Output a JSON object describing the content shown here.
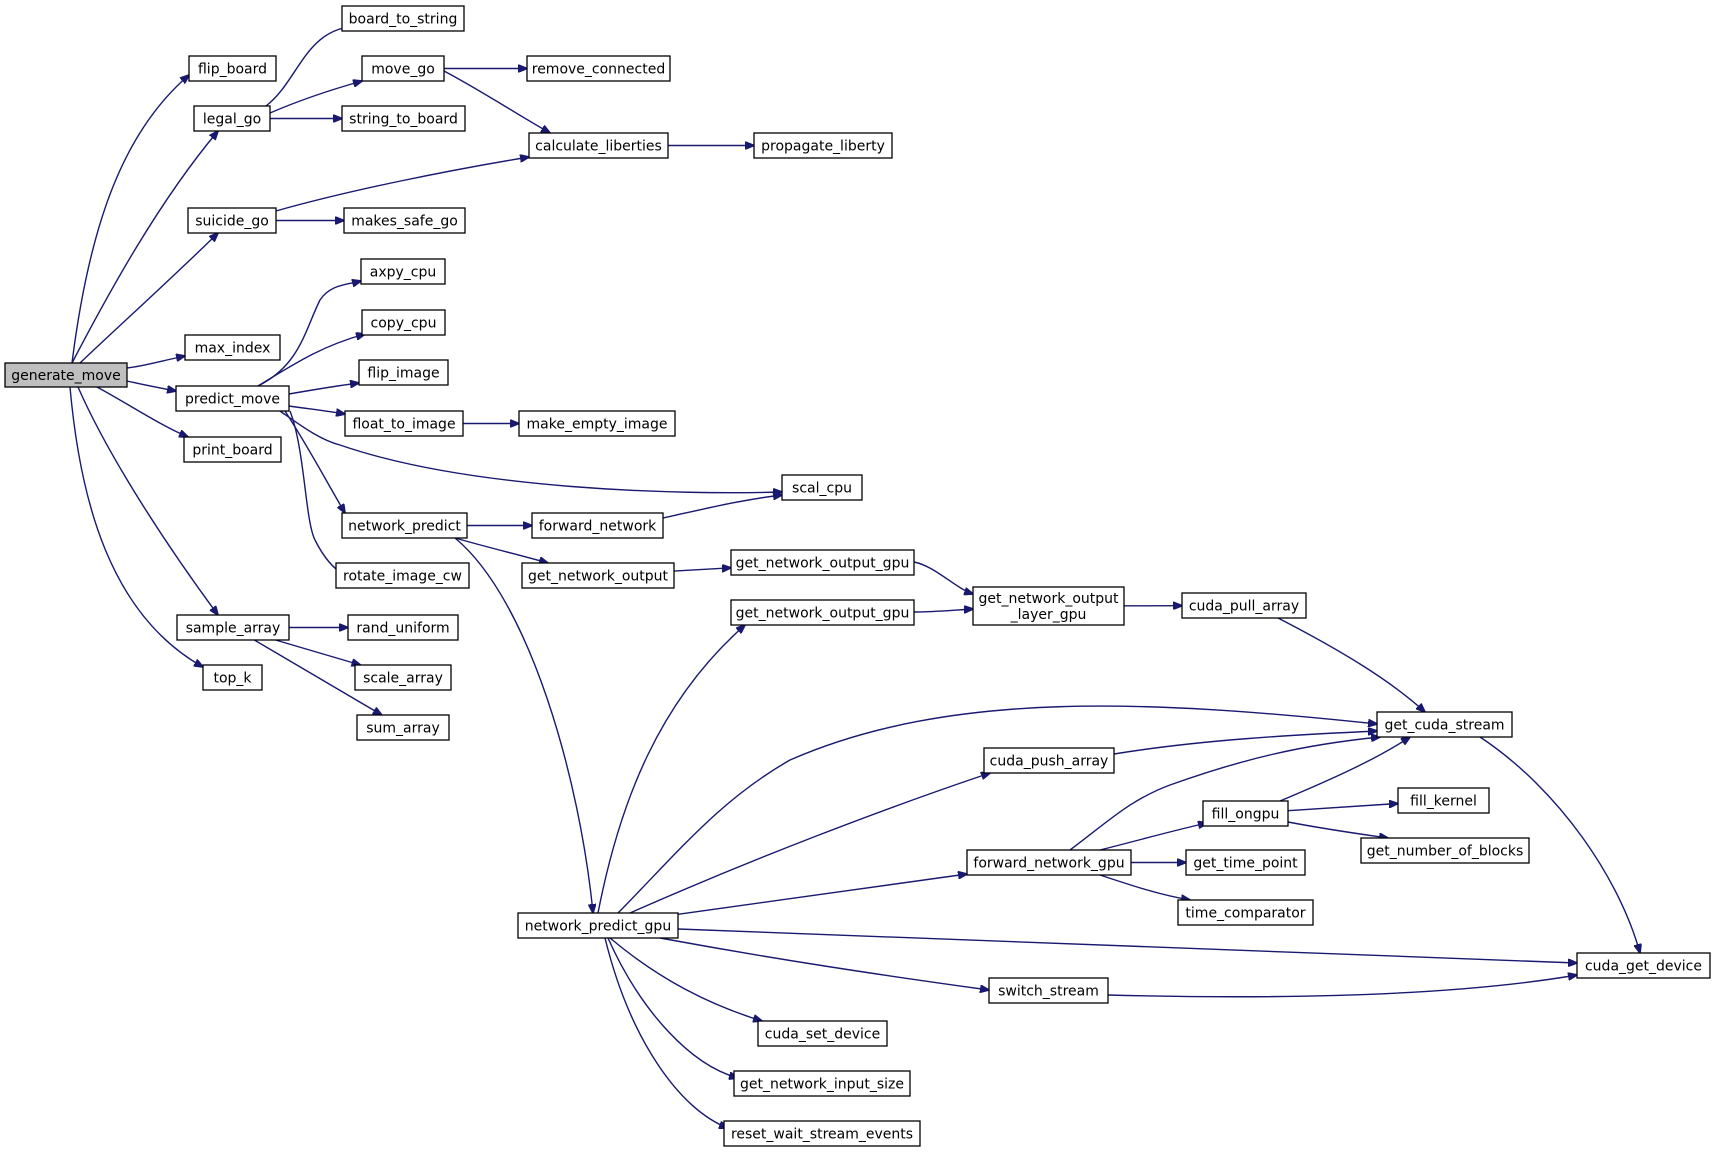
{
  "graph": {
    "kind": "call graph",
    "colors": {
      "edge": "#191970",
      "node_fill": "#ffffff",
      "root_fill": "#bfbfbf",
      "node_border": "#000000"
    },
    "root": "generate_move",
    "nodes": [
      {
        "id": "generate_move",
        "lines": [
          "generate_move"
        ],
        "root": true
      },
      {
        "id": "flip_board",
        "lines": [
          "flip_board"
        ]
      },
      {
        "id": "legal_go",
        "lines": [
          "legal_go"
        ]
      },
      {
        "id": "suicide_go",
        "lines": [
          "suicide_go"
        ]
      },
      {
        "id": "max_index",
        "lines": [
          "max_index"
        ]
      },
      {
        "id": "predict_move",
        "lines": [
          "predict_move"
        ]
      },
      {
        "id": "print_board",
        "lines": [
          "print_board"
        ]
      },
      {
        "id": "sample_array",
        "lines": [
          "sample_array"
        ]
      },
      {
        "id": "top_k",
        "lines": [
          "top_k"
        ]
      },
      {
        "id": "board_to_string",
        "lines": [
          "board_to_string"
        ]
      },
      {
        "id": "move_go",
        "lines": [
          "move_go"
        ]
      },
      {
        "id": "string_to_board",
        "lines": [
          "string_to_board"
        ]
      },
      {
        "id": "makes_safe_go",
        "lines": [
          "makes_safe_go"
        ]
      },
      {
        "id": "remove_connected",
        "lines": [
          "remove_connected"
        ]
      },
      {
        "id": "calculate_liberties",
        "lines": [
          "calculate_liberties"
        ]
      },
      {
        "id": "propagate_liberty",
        "lines": [
          "propagate_liberty"
        ]
      },
      {
        "id": "axpy_cpu",
        "lines": [
          "axpy_cpu"
        ]
      },
      {
        "id": "copy_cpu",
        "lines": [
          "copy_cpu"
        ]
      },
      {
        "id": "flip_image",
        "lines": [
          "flip_image"
        ]
      },
      {
        "id": "float_to_image",
        "lines": [
          "float_to_image"
        ]
      },
      {
        "id": "make_empty_image",
        "lines": [
          "make_empty_image"
        ]
      },
      {
        "id": "scal_cpu",
        "lines": [
          "scal_cpu"
        ]
      },
      {
        "id": "network_predict",
        "lines": [
          "network_predict"
        ]
      },
      {
        "id": "forward_network",
        "lines": [
          "forward_network"
        ]
      },
      {
        "id": "rotate_image_cw",
        "lines": [
          "rotate_image_cw"
        ]
      },
      {
        "id": "get_network_output",
        "lines": [
          "get_network_output"
        ]
      },
      {
        "id": "get_network_output_gpu_1",
        "lines": [
          "get_network_output_gpu"
        ]
      },
      {
        "id": "get_network_output_gpu_2",
        "lines": [
          "get_network_output_gpu"
        ]
      },
      {
        "id": "get_network_output_layer_gpu",
        "lines": [
          "get_network_output",
          "_layer_gpu"
        ]
      },
      {
        "id": "cuda_pull_array",
        "lines": [
          "cuda_pull_array"
        ]
      },
      {
        "id": "rand_uniform",
        "lines": [
          "rand_uniform"
        ]
      },
      {
        "id": "scale_array",
        "lines": [
          "scale_array"
        ]
      },
      {
        "id": "sum_array",
        "lines": [
          "sum_array"
        ]
      },
      {
        "id": "get_cuda_stream",
        "lines": [
          "get_cuda_stream"
        ]
      },
      {
        "id": "cuda_push_array",
        "lines": [
          "cuda_push_array"
        ]
      },
      {
        "id": "fill_kernel",
        "lines": [
          "fill_kernel"
        ]
      },
      {
        "id": "fill_ongpu",
        "lines": [
          "fill_ongpu"
        ]
      },
      {
        "id": "get_number_of_blocks",
        "lines": [
          "get_number_of_blocks"
        ]
      },
      {
        "id": "forward_network_gpu",
        "lines": [
          "forward_network_gpu"
        ]
      },
      {
        "id": "get_time_point",
        "lines": [
          "get_time_point"
        ]
      },
      {
        "id": "time_comparator",
        "lines": [
          "time_comparator"
        ]
      },
      {
        "id": "network_predict_gpu",
        "lines": [
          "network_predict_gpu"
        ]
      },
      {
        "id": "cuda_get_device",
        "lines": [
          "cuda_get_device"
        ]
      },
      {
        "id": "switch_stream",
        "lines": [
          "switch_stream"
        ]
      },
      {
        "id": "cuda_set_device",
        "lines": [
          "cuda_set_device"
        ]
      },
      {
        "id": "get_network_input_size",
        "lines": [
          "get_network_input_size"
        ]
      },
      {
        "id": "reset_wait_stream_events",
        "lines": [
          "reset_wait_stream_events"
        ]
      }
    ],
    "edges": [
      [
        "generate_move",
        "flip_board"
      ],
      [
        "generate_move",
        "legal_go"
      ],
      [
        "generate_move",
        "suicide_go"
      ],
      [
        "generate_move",
        "max_index"
      ],
      [
        "generate_move",
        "predict_move"
      ],
      [
        "generate_move",
        "print_board"
      ],
      [
        "generate_move",
        "sample_array"
      ],
      [
        "generate_move",
        "top_k"
      ],
      [
        "legal_go",
        "board_to_string"
      ],
      [
        "legal_go",
        "move_go"
      ],
      [
        "legal_go",
        "string_to_board"
      ],
      [
        "move_go",
        "remove_connected"
      ],
      [
        "move_go",
        "calculate_liberties"
      ],
      [
        "calculate_liberties",
        "propagate_liberty"
      ],
      [
        "suicide_go",
        "calculate_liberties"
      ],
      [
        "suicide_go",
        "makes_safe_go"
      ],
      [
        "predict_move",
        "axpy_cpu"
      ],
      [
        "predict_move",
        "copy_cpu"
      ],
      [
        "predict_move",
        "flip_image"
      ],
      [
        "predict_move",
        "float_to_image"
      ],
      [
        "predict_move",
        "scal_cpu"
      ],
      [
        "predict_move",
        "network_predict"
      ],
      [
        "predict_move",
        "rotate_image_cw"
      ],
      [
        "float_to_image",
        "make_empty_image"
      ],
      [
        "network_predict",
        "forward_network"
      ],
      [
        "network_predict",
        "get_network_output"
      ],
      [
        "network_predict",
        "network_predict_gpu"
      ],
      [
        "forward_network",
        "scal_cpu"
      ],
      [
        "get_network_output",
        "get_network_output_gpu_1"
      ],
      [
        "get_network_output_gpu_1",
        "get_network_output_layer_gpu"
      ],
      [
        "get_network_output_gpu_2",
        "get_network_output_layer_gpu"
      ],
      [
        "get_network_output_layer_gpu",
        "cuda_pull_array"
      ],
      [
        "cuda_pull_array",
        "get_cuda_stream"
      ],
      [
        "sample_array",
        "rand_uniform"
      ],
      [
        "sample_array",
        "scale_array"
      ],
      [
        "sample_array",
        "sum_array"
      ],
      [
        "network_predict_gpu",
        "get_network_output_gpu_2"
      ],
      [
        "network_predict_gpu",
        "get_cuda_stream"
      ],
      [
        "network_predict_gpu",
        "cuda_push_array"
      ],
      [
        "network_predict_gpu",
        "forward_network_gpu"
      ],
      [
        "network_predict_gpu",
        "cuda_get_device"
      ],
      [
        "network_predict_gpu",
        "switch_stream"
      ],
      [
        "network_predict_gpu",
        "cuda_set_device"
      ],
      [
        "network_predict_gpu",
        "get_network_input_size"
      ],
      [
        "network_predict_gpu",
        "reset_wait_stream_events"
      ],
      [
        "cuda_push_array",
        "get_cuda_stream"
      ],
      [
        "forward_network_gpu",
        "get_cuda_stream"
      ],
      [
        "forward_network_gpu",
        "fill_ongpu"
      ],
      [
        "forward_network_gpu",
        "get_time_point"
      ],
      [
        "forward_network_gpu",
        "time_comparator"
      ],
      [
        "fill_ongpu",
        "get_cuda_stream"
      ],
      [
        "fill_ongpu",
        "fill_kernel"
      ],
      [
        "fill_ongpu",
        "get_number_of_blocks"
      ],
      [
        "get_cuda_stream",
        "cuda_get_device"
      ],
      [
        "switch_stream",
        "cuda_get_device"
      ]
    ]
  }
}
